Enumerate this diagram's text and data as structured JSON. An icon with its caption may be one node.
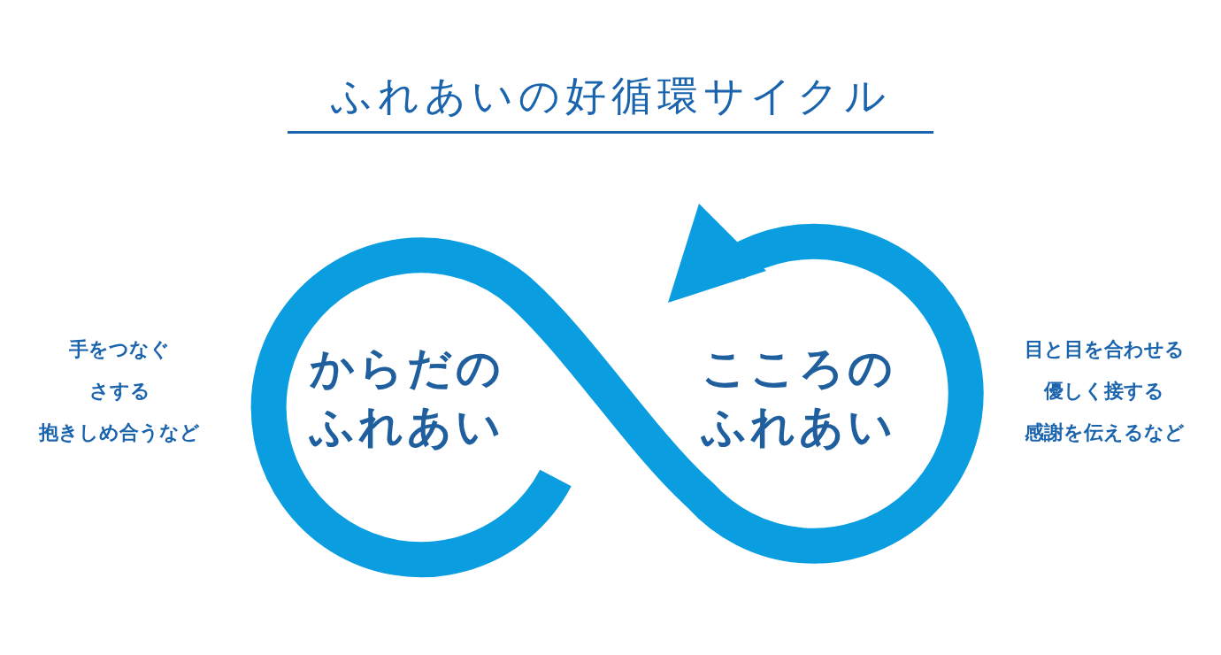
{
  "diagram": {
    "title": "ふれあいの好循環サイクル",
    "nodes": [
      {
        "text": [
          "からだのふれあい"
        ],
        "beside": [
          "手をつなぐ",
          "さする",
          "抱きしめ合うなど"
        ]
      },
      {
        "text": [
          "こころのふれあい"
        ],
        "beside": [
          "目と目を合わせる",
          "優しく接する",
          "感謝を伝えるなど"
        ]
      }
    ]
  }
}
